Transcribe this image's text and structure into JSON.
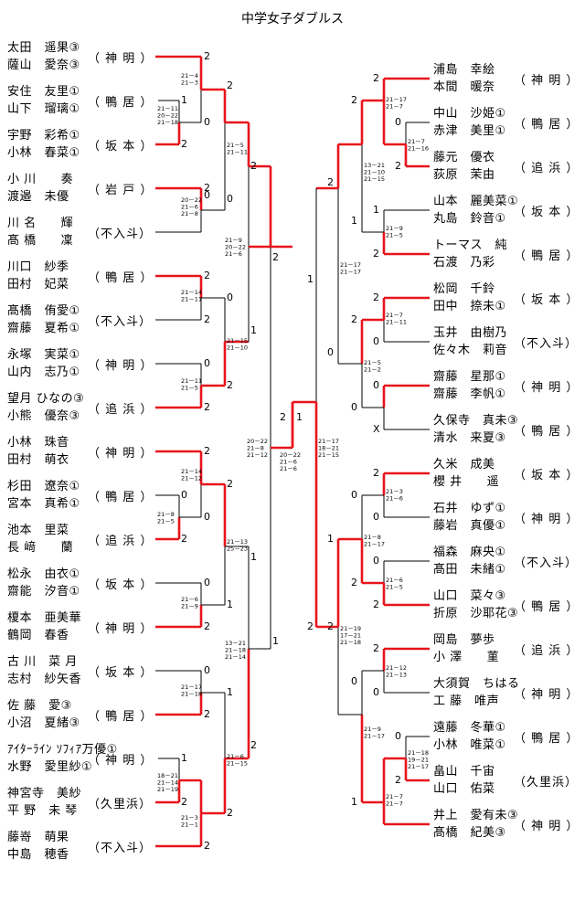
{
  "title": "中学女子ダブルス",
  "left_pairs": [
    {
      "p1": "太田　遥果③",
      "p2": "薩山　愛奈③",
      "team": "（ 神 明 ）"
    },
    {
      "p1": "安住　友里①",
      "p2": "山下　瑠璃①",
      "team": "（ 鴨 居 ）"
    },
    {
      "p1": "宇野　彩希①",
      "p2": "小林　春菜①",
      "team": "（ 坂 本 ）"
    },
    {
      "p1": "小 川　　奏",
      "p2": "渡邉　未優",
      "team": "（ 岩 戸 ）"
    },
    {
      "p1": "川 名　　輝",
      "p2": "髙 橋　　凜",
      "team": "（不入斗）"
    },
    {
      "p1": "川口　紗季",
      "p2": "田村　妃菜",
      "team": "（ 鴨 居 ）"
    },
    {
      "p1": "髙橋　侑愛①",
      "p2": "齋藤　夏希①",
      "team": "（不入斗）"
    },
    {
      "p1": "永塚　実菜①",
      "p2": "山内　志乃①",
      "team": "（ 神 明 ）"
    },
    {
      "p1": "望月 ひなの③",
      "p2": "小熊　優奈③",
      "team": "（ 追 浜 ）"
    },
    {
      "p1": "小林　珠音",
      "p2": "田村　萌衣",
      "team": "（ 神 明 ）"
    },
    {
      "p1": "杉田　遼奈①",
      "p2": "宮本　真希①",
      "team": "（ 鴨 居 ）"
    },
    {
      "p1": "池本　里菜",
      "p2": "長 﨑　　蘭",
      "team": "（ 追 浜 ）"
    },
    {
      "p1": "松永　由衣①",
      "p2": "齋能　汐音①",
      "team": "（ 坂 本 ）"
    },
    {
      "p1": "榎本　亜美華",
      "p2": "鶴岡　春香",
      "team": "（ 神 明 ）"
    },
    {
      "p1": "古 川　菜 月",
      "p2": "志村　紗矢香",
      "team": "（ 坂 本 ）"
    },
    {
      "p1": "佐 藤　愛③",
      "p2": "小沼　夏緒③",
      "team": "（ 鴨 居 ）"
    },
    {
      "p1": "ｱｲﾀｰﾗｲﾝ ｿﾌｨｱ万優①",
      "p2": "水野　愛里紗①",
      "team": "（ 神 明 ）"
    },
    {
      "p1": "神宮寺　美紗",
      "p2": "平 野　未 琴",
      "team": "（久里浜）"
    },
    {
      "p1": "藤嵜　萌果",
      "p2": "中島　穂香",
      "team": "（不入斗）"
    }
  ],
  "right_pairs": [
    {
      "p1": "浦島　幸絵",
      "p2": "本間　暖奈",
      "team": "（ 神 明 ）"
    },
    {
      "p1": "中山　沙姫①",
      "p2": "赤津　美里①",
      "team": "（ 鴨 居 ）"
    },
    {
      "p1": "藤元　優衣",
      "p2": "荻原　茉由",
      "team": "（ 追 浜 ）"
    },
    {
      "p1": "山本　麗美菜①",
      "p2": "丸島　鈴音①",
      "team": "（ 坂 本 ）"
    },
    {
      "p1": "トーマス　純",
      "p2": "石渡　乃彩",
      "team": "（ 鴨 居 ）"
    },
    {
      "p1": "松岡　千鈴",
      "p2": "田中　捺未①",
      "team": "（ 坂 本 ）"
    },
    {
      "p1": "玉井　由樹乃",
      "p2": "佐々木　莉音",
      "team": "（不入斗）"
    },
    {
      "p1": "齋藤　星那①",
      "p2": "齋藤　李帆①",
      "team": "（ 神 明 ）"
    },
    {
      "p1": "久保寺　真未③",
      "p2": "清水　来夏③",
      "team": "（ 鴨 居 ）"
    },
    {
      "p1": "久米　成美",
      "p2": "櫻 井　　遥",
      "team": "（ 坂 本 ）"
    },
    {
      "p1": "石井　ゆず①",
      "p2": "藤岩　真優①",
      "team": "（ 神 明 ）"
    },
    {
      "p1": "福森　麻央①",
      "p2": "髙田　未緒①",
      "team": "（不入斗）"
    },
    {
      "p1": "山口　菜々③",
      "p2": "折原　沙耶花③",
      "team": "（ 鴨 居 ）"
    },
    {
      "p1": "岡島　夢歩",
      "p2": "小 澤　　菫",
      "team": "（ 追 浜 ）"
    },
    {
      "p1": "大須賀　ちはる",
      "p2": "工 藤　唯声",
      "team": "（ 神 明 ）"
    },
    {
      "p1": "遠藤　冬華①",
      "p2": "小林　唯菜①",
      "team": "（ 鴨 居 ）"
    },
    {
      "p1": "畠山　千宙",
      "p2": "山口　佑菜",
      "team": "（久里浜）"
    },
    {
      "p1": "井上　愛有未③",
      "p2": "髙橋　紀美③",
      "team": "（ 神 明 ）"
    }
  ],
  "scores": {
    "l_r1a": "2",
    "l_r1a_lose": "1",
    "l_r1a_set": "21－11\n20－22\n21－18",
    "l_r1b": "2",
    "l_r1b_lose": "0",
    "l_r1b_set": "21－8\n21－5",
    "l_r1c": "1",
    "l_r1c_win": "2",
    "l_r1c_set": "18－21\n21－14\n21－19",
    "l_1": "2",
    "l_2": "0",
    "l_3": "2",
    "l_4": "0",
    "l_5": "2",
    "l_6": "1",
    "l_7": "2",
    "l_8": "0",
    "l_9": "0",
    "l_10": "2",
    "l_11": "2",
    "l_12": "0",
    "l_13": "2",
    "l_14": "0",
    "l_15": "0",
    "l_16": "2",
    "l_17": "0",
    "l_18": "2",
    "l_19": "2",
    "l_s1": "21－4\n21－3",
    "l_s2": "20－22\n21－6\n21－8",
    "l_s3": "21－14\n21－11",
    "l_s4": "21－11\n21－5",
    "l_s5": "21－14\n21－12",
    "l_s6": "21－6\n21－9",
    "l_s7": "21－17\n21－18",
    "l_s8": "21－3\n21－1",
    "l_q1": "2",
    "l_q2": "0",
    "l_q3": "0",
    "l_q4": "2",
    "l_q5": "2",
    "l_q6": "1",
    "l_q7": "1",
    "l_q8": "2",
    "l_qs1": "21－5\n21－11",
    "l_qs2": "21－15\n21－10",
    "l_qs3": "21－13\n25－23",
    "l_qs4": "21－6\n21－15",
    "l_sf1": "2",
    "l_sf2": "1",
    "l_sf3": "1",
    "l_sf4": "2",
    "l_sfs1": "21－9\n20－22\n21－6",
    "l_sfs2": "13－21\n21－18\n21－14",
    "l_f1": "2",
    "l_f2": "1",
    "l_fs": "20－22\n21－8\n21－12",
    "final_l": "2",
    "final_r": "1",
    "final_s": "20－22\n21－6\n21－6",
    "r_1": "2",
    "r_2": "0",
    "r_3": "2",
    "r_4": "1",
    "r_5": "2",
    "r_6": "2",
    "r_7": "0",
    "r_8": "0",
    "r_9": "X",
    "r_10": "2",
    "r_11": "0",
    "r_12": "0",
    "r_13": "2",
    "r_14": "2",
    "r_15": "0",
    "r_16": "0",
    "r_17": "2",
    "r_s1": "21－17\n21－7",
    "r_s2": "21－7\n21－16",
    "r_s3": "21－9\n21－5",
    "r_s4": "21－7\n21－11",
    "r_s6": "21－3\n21－6",
    "r_s7": "21－6\n21－5",
    "r_s8": "21－12\n21－13",
    "r_s9": "21－18\n19－21\n21－17",
    "r_s10": "21－7\n21－7",
    "r_q1": "2",
    "r_q2": "1",
    "r_q3": "2",
    "r_q4": "0",
    "r_q5": "0",
    "r_q6": "2",
    "r_q7": "0",
    "r_q8": "1",
    "r_qs1": "13－21\n21－10\n21－15",
    "r_qs2": "21－5\n21－2",
    "r_qs3": "21－8\n21－17",
    "r_qs4": "21－9\n21－17",
    "r_sf1": "2",
    "r_sf2": "0",
    "r_sf3": "1",
    "r_sf4": "2",
    "r_sfs1": "21－17\n21－17",
    "r_sfs2": "21－19\n17－21\n21－18",
    "r_f1": "1",
    "r_f2": "2",
    "r_fs": "21－17\n18－21\n21－15"
  }
}
